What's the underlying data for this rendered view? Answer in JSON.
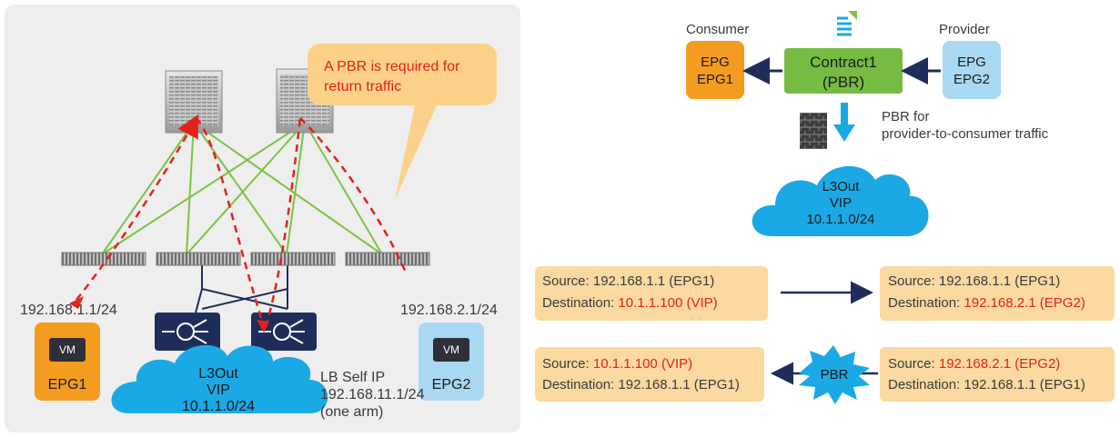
{
  "colors": {
    "panel": "#eeeeee",
    "green_link": "#7dc242",
    "red_path": "#e2231a",
    "epg1": "#f39c1f",
    "epg2": "#a9d8f2",
    "cloud": "#1ba9e6",
    "contract": "#76bc43",
    "callout": "#fbd18a",
    "info_box": "#fbd9a0",
    "navy": "#1f2d5a",
    "text": "#3a3a3a",
    "red_text": "#e2231a"
  },
  "left": {
    "callout_text_line1": "A PBR is required for",
    "callout_text_line2": "return traffic",
    "ip_epg1": "192.168.1.1/24",
    "ip_epg2": "192.168.2.1/24",
    "epg1_label": "EPG1",
    "epg2_label": "EPG2",
    "vm_label": "VM",
    "cloud_line1": "L3Out",
    "cloud_line2": "VIP",
    "cloud_line3": "10.1.1.0/24",
    "lb_line1": "LB Self IP",
    "lb_line2": "192.168.11.1/24",
    "lb_line3": "(one arm)"
  },
  "right": {
    "consumer_label": "Consumer",
    "provider_label": "Provider",
    "epg_left_line1": "EPG",
    "epg_left_line2": "EPG1",
    "epg_right_line1": "EPG",
    "epg_right_line2": "EPG2",
    "contract_line1": "Contract1",
    "contract_line2": "(PBR)",
    "pbr_note_line1": "PBR for",
    "pbr_note_line2": "provider-to-consumer traffic",
    "cloud_line1": "L3Out",
    "cloud_line2": "VIP",
    "cloud_line3": "10.1.1.0/24",
    "flow1_src_label": "Source: ",
    "flow1_src_value": "192.168.1.1 (EPG1)",
    "flow1_dst_label": "Destination: ",
    "flow1_dst_value": "10.1.1.100 (VIP)",
    "flow2_src_label": "Source: ",
    "flow2_src_value": "192.168.1.1 (EPG1)",
    "flow2_dst_label": "Destination: ",
    "flow2_dst_value": "192.168.2.1 (EPG2)",
    "flow3_src_label": "Source: ",
    "flow3_src_value": "10.1.1.100 (VIP)",
    "flow3_dst_label": "Destination: ",
    "flow3_dst_value": "192.168.1.1 (EPG1)",
    "flow4_src_label": "Source: ",
    "flow4_src_value": "192.168.2.1 (EPG2)",
    "flow4_dst_label": "Destination: ",
    "flow4_dst_value": "192.168.1.1 (EPG1)",
    "pbr_burst_label": "PBR"
  }
}
